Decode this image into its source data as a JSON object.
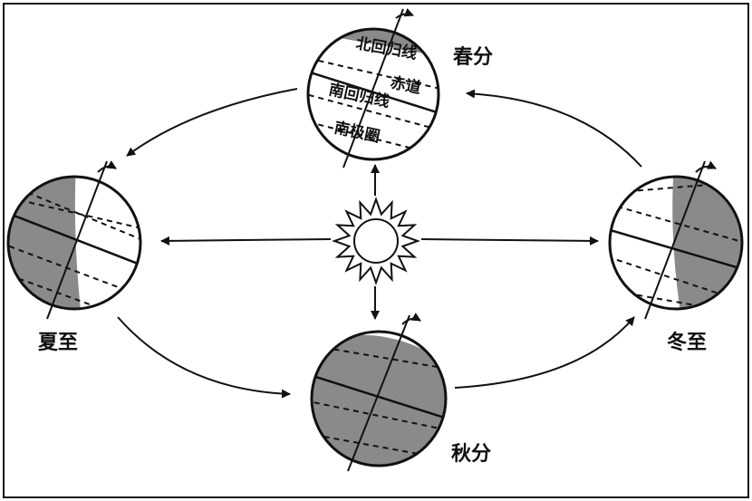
{
  "labels": {
    "spring_equinox": "春分",
    "summer_solstice": "夏至",
    "autumn_equinox": "秋分",
    "winter_solstice": "冬至"
  },
  "globe_labels": {
    "tropic_of_cancer": "北回归线",
    "equator": "赤道",
    "tropic_of_capricorn": "南回归线",
    "antarctic_circle": "南极圈"
  },
  "colors": {
    "night": "#8a8a8a",
    "day": "#ffffff",
    "stroke": "#111111"
  },
  "icons": {
    "sun": "sun-icon",
    "rotation": "rotation-arrow-icon"
  }
}
